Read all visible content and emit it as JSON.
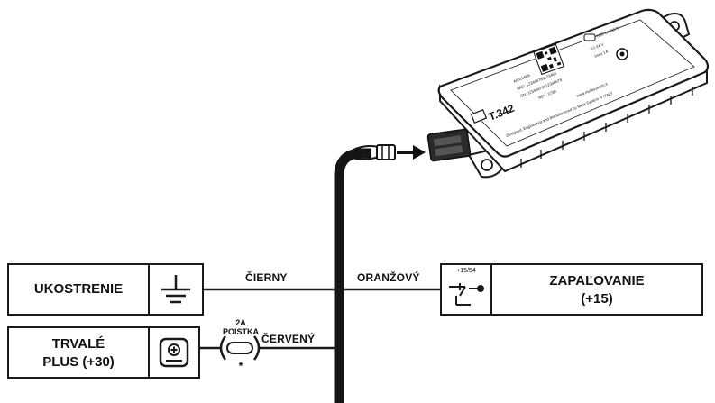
{
  "left_blocks": {
    "ground": {
      "label": "UKOSTRENIE",
      "icon": "ground-icon"
    },
    "battery": {
      "label_line1": "TRVALÉ",
      "label_line2": "PLUS (+30)",
      "icon": "battery-icon"
    }
  },
  "right_block": {
    "label_line1": "ZAPAĽOVANIE",
    "label_line2": "(+15)",
    "icon": "ignition-key-icon",
    "icon_caption": "+15/54"
  },
  "wires": {
    "black": "ČIERNY",
    "orange": "ORANŽOVÝ",
    "red": "ČERVENÝ"
  },
  "fuse": {
    "rating": "2A",
    "label": "POISTKA",
    "footnote": "*"
  },
  "device": {
    "model": "T.342",
    "tagline": "Designed, Engineered and Manufactured by Meta System in ITALY",
    "website": "www.metasystem.it",
    "voltage": "12-24 V",
    "current": "Imax 1A",
    "product_code": "TDB-0015870",
    "imei": "IMEI: 123456789123456",
    "serial": "SN: 12345678912345678",
    "rev": "REV. 123A",
    "batch": "A6015805"
  },
  "colors": {
    "line": "#1a1a1a",
    "harness": "#151515",
    "device_body": "#ffffff",
    "arrow": "#111111"
  }
}
